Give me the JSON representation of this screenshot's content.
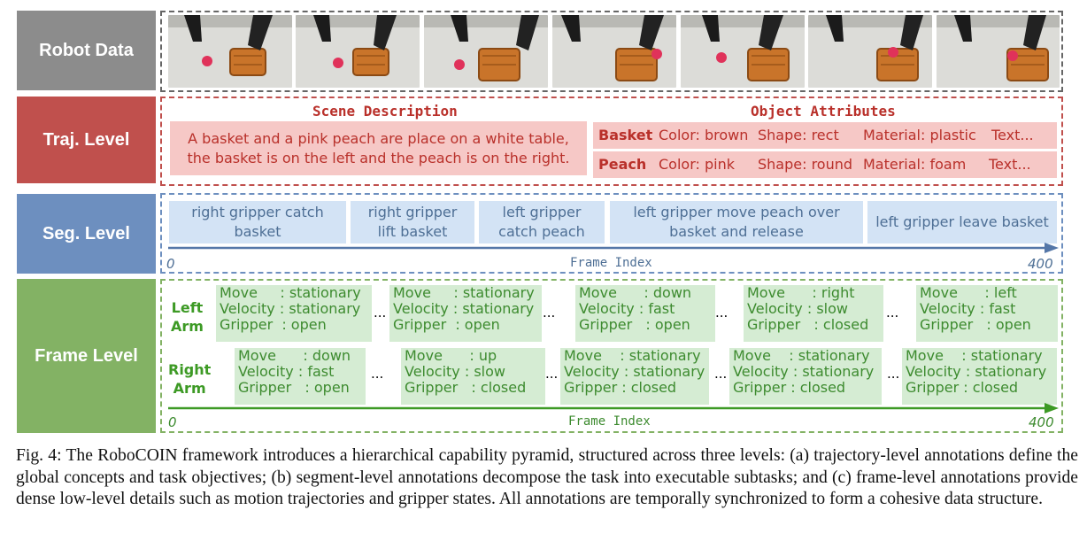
{
  "labels": {
    "robot": "Robot Data",
    "traj": "Traj. Level",
    "seg": "Seg. Level",
    "frame": "Frame Level"
  },
  "colors": {
    "robot": "#8c8c8c",
    "traj": "#c0504d",
    "seg": "#6d8fbf",
    "frame": "#83b264"
  },
  "traj": {
    "scene_header": "Scene Description",
    "scene_text_1": "A basket and a pink peach are place on a white table,",
    "scene_text_2": "the basket is on the left and the peach is on the right.",
    "attr_header": "Object Attributes",
    "attributes": [
      {
        "name": "Basket",
        "color": "Color: brown",
        "shape": "Shape: rect",
        "material": "Material: plastic",
        "text": "Text..."
      },
      {
        "name": "Peach",
        "color": "Color: pink",
        "shape": "Shape: round",
        "material": "Material: foam",
        "text": "Text..."
      }
    ]
  },
  "seg": {
    "segments": [
      {
        "line1": "right gripper catch",
        "line2": "basket"
      },
      {
        "line1": "right gripper",
        "line2": "lift basket"
      },
      {
        "line1": "left gripper",
        "line2": "catch peach"
      },
      {
        "line1": "left gripper move peach over",
        "line2": "basket and release"
      },
      {
        "line1": "left gripper leave basket",
        "line2": ""
      }
    ],
    "axis_start": "0",
    "axis_label": "Frame Index",
    "axis_end": "400"
  },
  "frame": {
    "left_arm": "Left Arm",
    "left_arm_1": "Left",
    "left_arm_2": "Arm",
    "right_arm_1": "Right",
    "right_arm_2": "Arm",
    "ellipsis": "...",
    "left": [
      [
        "Move     : stationary",
        "Velocity : stationary",
        "Gripper  : open"
      ],
      [
        "Move     : stationary",
        "Velocity : stationary",
        "Gripper  : open"
      ],
      [
        "Move      : down",
        "Velocity : fast",
        "Gripper   : open"
      ],
      [
        "Move      : right",
        "Velocity : slow",
        "Gripper   : closed"
      ],
      [
        "Move      : left",
        "Velocity : fast",
        "Gripper   : open"
      ]
    ],
    "right": [
      [
        "Move      : down",
        "Velocity : fast",
        "Gripper   : open"
      ],
      [
        "Move      : up",
        "Velocity : slow",
        "Gripper   : closed"
      ],
      [
        "Move    : stationary",
        "Velocity : stationary",
        "Gripper : closed"
      ],
      [
        "Move    : stationary",
        "Velocity : stationary",
        "Gripper : closed"
      ],
      [
        "Move    : stationary",
        "Velocity : stationary",
        "Gripper : closed"
      ]
    ],
    "axis_start": "0",
    "axis_label": "Frame Index",
    "axis_end": "400"
  },
  "caption": "Fig. 4: The RoboCOIN framework introduces a hierarchical capability pyramid, structured across three levels: (a) trajectory-level annotations define the global concepts and task objectives; (b) segment-level annotations decompose the task into executable subtasks; and (c) frame-level annotations provide dense low-level details such as motion trajectories and gripper states. All annotations are temporally synchronized to form a cohesive data structure."
}
